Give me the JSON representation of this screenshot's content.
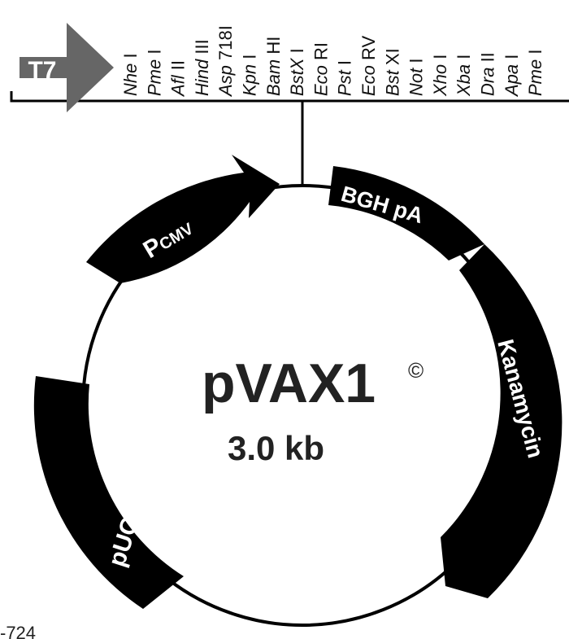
{
  "plasmid": {
    "name": "pVAX1",
    "copyright": "©",
    "size": "3.0 kb"
  },
  "promoter_tag": "T7",
  "features": {
    "pcmv_p": "P",
    "pcmv_sub": "CMV",
    "bgh": "BGH pA",
    "kanamycin": "Kanamycin",
    "puc": "pUC ori"
  },
  "sites": [
    {
      "it": "Nhe",
      "up": " I"
    },
    {
      "it": "Pme",
      "up": " I"
    },
    {
      "it": "Afl",
      "up": " II"
    },
    {
      "it": "Hind",
      "up": " III"
    },
    {
      "it": "Asp",
      "up": " 718I"
    },
    {
      "it": "Kpn",
      "up": " I"
    },
    {
      "it": "Bam",
      "up": " HI"
    },
    {
      "it": "BstX",
      "up": " I"
    },
    {
      "it": "Eco",
      "up": " RI"
    },
    {
      "it": "Pst",
      "up": " I"
    },
    {
      "it": "Eco",
      "up": " RV"
    },
    {
      "it": "Bst",
      "up": " XI"
    },
    {
      "it": "Not",
      "up": " I"
    },
    {
      "it": "Xho",
      "up": " I"
    },
    {
      "it": "Xba",
      "up": " I"
    },
    {
      "it": "Dra",
      "up": " II"
    },
    {
      "it": "Apa",
      "up": " I"
    },
    {
      "it": "Pme",
      "up": " I"
    }
  ],
  "figure_id": "-724",
  "colors": {
    "feature_fill": "#000000",
    "t7_arrow": "#666666",
    "line": "#000000"
  }
}
